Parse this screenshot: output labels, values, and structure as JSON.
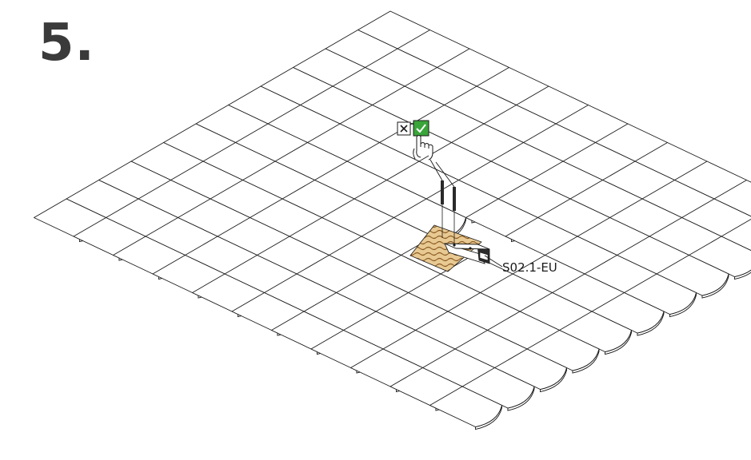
{
  "step": {
    "number": "5."
  },
  "roof": {
    "rows": 11,
    "cols": 11,
    "tile_style": "beaver-tail"
  },
  "device": {
    "label": "S02.1-EU",
    "mount": "timber-batten"
  },
  "confirm_box": {
    "reject_icon": "cross-icon",
    "accept_icon": "check-icon",
    "accept_color": "#3aa53a"
  },
  "hand_icon": "pointing-hand-icon",
  "screws_icon": "screw-icon"
}
